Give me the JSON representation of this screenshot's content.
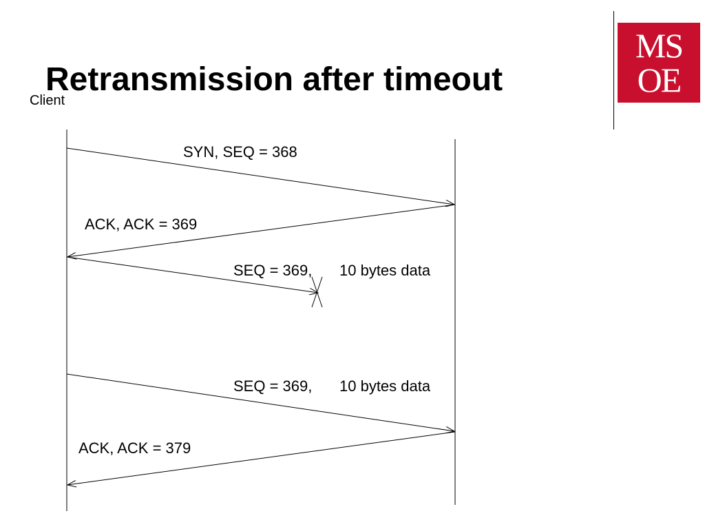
{
  "slide": {
    "title": "Retransmission after timeout"
  },
  "participants": {
    "client_label": "Client"
  },
  "logo": {
    "text_top": "MS",
    "text_bottom": "OE",
    "color": "#c8102e"
  },
  "messages": [
    {
      "label": "SYN, SEQ = 368",
      "direction": "client-to-server",
      "delivered": true
    },
    {
      "label": "ACK, ACK = 369",
      "direction": "server-to-client",
      "delivered": true
    },
    {
      "label_a": "SEQ = 369,",
      "label_b": "10 bytes data",
      "direction": "client-to-server",
      "delivered": false
    },
    {
      "label_a": "SEQ = 369,",
      "label_b": "10 bytes data",
      "direction": "client-to-server",
      "delivered": true
    },
    {
      "label": "ACK, ACK = 379",
      "direction": "server-to-client",
      "delivered": true
    }
  ]
}
